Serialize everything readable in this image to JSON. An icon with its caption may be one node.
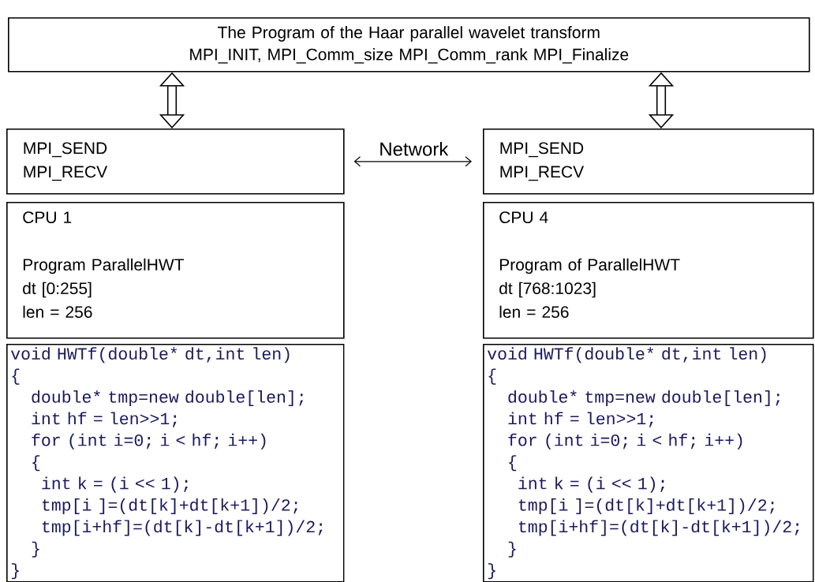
{
  "diagram": {
    "nodes": [
      {
        "text": [
          "The Program of the Haar parallel wavelet transform",
          "MPI_INIT, MPI_Comm_size MPI_Comm_rank MPI_Finalize"
        ]
      },
      {
        "text": [
          "MPI_SEND",
          "MPI_RECV"
        ]
      },
      {
        "text": [
          "MPI_SEND",
          "MPI_RECV"
        ]
      },
      {
        "text": [
          "CPU 1",
          "Program ParallelHWT",
          "dt [0:255]",
          "len = 256"
        ]
      },
      {
        "text": [
          "CPU 4",
          "Program of ParallelHWT",
          "dt [768:1023]",
          "len = 256"
        ]
      },
      {
        "text": [
          "void HWTf(double* dt,int len)",
          "{",
          "double* tmp=new double[len];",
          "int hf = len>>1;",
          "for (int i=0; i < hf; i++)",
          "{",
          "int k = (i << 1);",
          "tmp[i   ]=(dt[k]+dt[k+1])/2;",
          "tmp[i+hf]=(dt[k]-dt[k+1])/2;",
          "}",
          "}"
        ]
      },
      {
        "text": [
          "void HWTf(double* dt,int len)",
          "{",
          "double* tmp=new double[len];",
          "int hf = len>>1;",
          "for (int i=0; i < hf; i++)",
          "{",
          "int k = (i << 1);",
          "tmp[i   ]=(dt[k]+dt[k+1])/2;",
          "tmp[i+hf]=(dt[k]-dt[k+1])/2;",
          "}",
          "}"
        ]
      }
    ],
    "edges": [
      {
        "from": 0,
        "to": 1,
        "arrow": "both"
      },
      {
        "from": 0,
        "to": 2,
        "arrow": "both"
      },
      {
        "from": 1,
        "to": 2,
        "arrow": "both",
        "label": "Network"
      }
    ]
  }
}
